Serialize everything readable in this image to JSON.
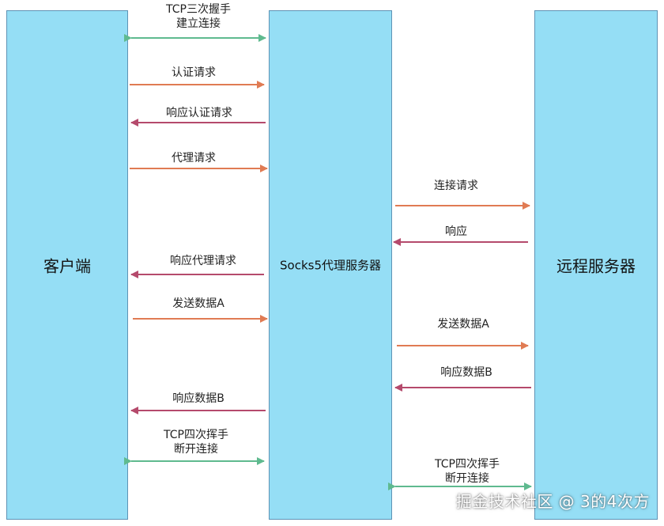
{
  "lanes": {
    "client": "客户端",
    "proxy": "Socks5代理服务器",
    "remote": "远程服务器"
  },
  "messages": {
    "tcp_connect": [
      "TCP三次握手",
      "建立连接"
    ],
    "auth_request": "认证请求",
    "auth_response": "响应认证请求",
    "proxy_request": "代理请求",
    "connect_request": "连接请求",
    "connect_response": "响应",
    "proxy_response": "响应代理请求",
    "send_a_client": "发送数据A",
    "send_a_proxy": "发送数据A",
    "response_b_remote": "响应数据B",
    "response_b_client": "响应数据B",
    "tcp_close_client": [
      "TCP四次挥手",
      "断开连接"
    ],
    "tcp_close_remote": [
      "TCP四次挥手",
      "断开连接"
    ]
  },
  "colors": {
    "lane_fill": "#95def5",
    "lane_border": "#5e93b5",
    "request_arrow": "#e07b53",
    "response_arrow": "#b54a6c",
    "handshake_arrow": "#5fba8f"
  },
  "watermark": "掘金技术社区 @ 3的4次方"
}
